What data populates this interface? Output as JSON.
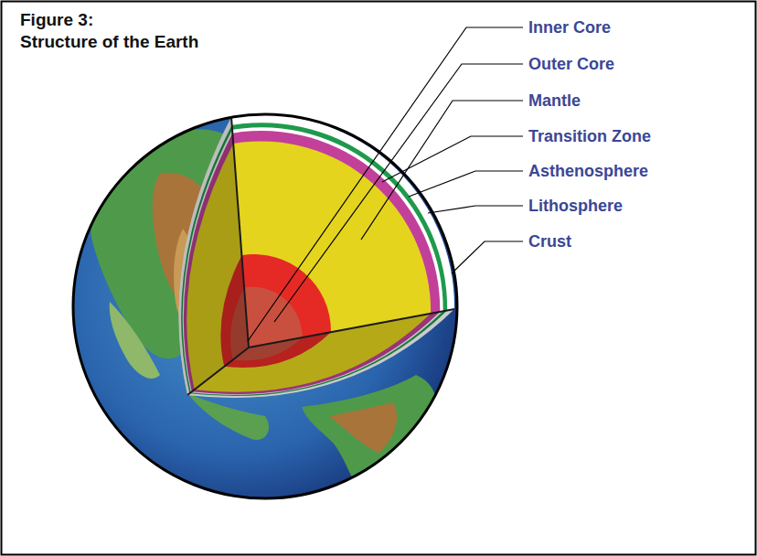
{
  "diagram": {
    "title": "Structure of the Earth",
    "labels": [
      "Figure 3:",
      "Inner Core",
      "Outer Core",
      "Mantle",
      "Transition Zone",
      "Asthenosphere",
      "Lithosphere",
      "Crust"
    ]
  }
}
